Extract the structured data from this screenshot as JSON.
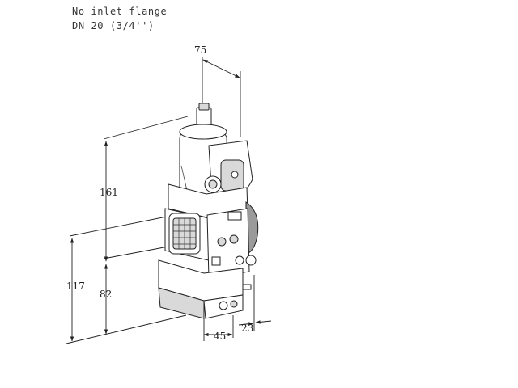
{
  "notes": {
    "line1": "No inlet flange",
    "line2": "DN 20 (3/4'')"
  },
  "dimensions": {
    "width_top": "75",
    "height_upper": "161",
    "height_lower": "82",
    "height_total": "117",
    "depth_bottom": "45",
    "offset_bottom": "23"
  }
}
